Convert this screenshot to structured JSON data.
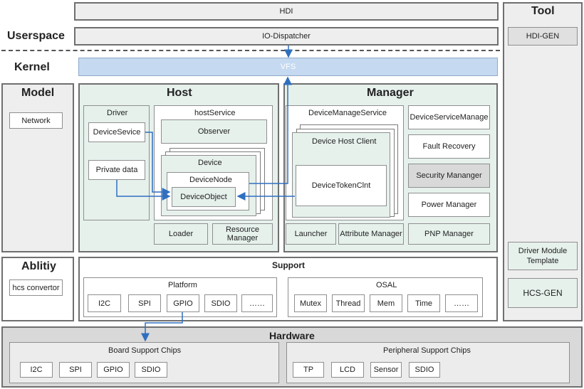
{
  "userspace": {
    "label": "Userspace",
    "hdi": "HDI",
    "io_dispatcher": "IO-Dispatcher"
  },
  "kernel": {
    "label": "Kernel",
    "vfs": "VFS"
  },
  "model": {
    "label": "Model",
    "network": "Network"
  },
  "host": {
    "label": "Host",
    "driver": {
      "label": "Driver",
      "device_service": "DeviceSevice",
      "private_data": "Private data"
    },
    "host_service": {
      "label": "hostService",
      "observer": "Observer",
      "device": "Device",
      "device_node": "DeviceNode",
      "device_object": "DeviceObject"
    },
    "loader": "Loader",
    "resource_manager": "Resource Manager"
  },
  "manager": {
    "label": "Manager",
    "device_manage_service": "DeviceManageService",
    "device_host_client": "Device Host Client",
    "device_token_clnt": "DeviceTokenClnt",
    "launcher": "Launcher",
    "attribute_manager": "Attribute Manager",
    "right_column": [
      "DeviceServiceManage",
      "Fault Recovery",
      "Security Mananger",
      "Power Manager",
      "PNP Manager"
    ]
  },
  "tool": {
    "label": "Tool",
    "hdi_gen": "HDI-GEN",
    "driver_module_template": "Driver Module Template",
    "hcs_gen": "HCS-GEN"
  },
  "ability": {
    "label": "Ablitiy",
    "hcs_convertor": "hcs convertor"
  },
  "support": {
    "label": "Support",
    "platform": {
      "label": "Platform",
      "items": [
        "I2C",
        "SPI",
        "GPIO",
        "SDIO",
        "……"
      ]
    },
    "osal": {
      "label": "OSAL",
      "items": [
        "Mutex",
        "Thread",
        "Mem",
        "Time",
        "……"
      ]
    }
  },
  "hardware": {
    "label": "Hardware",
    "board": {
      "label": "Board Support Chips",
      "items": [
        "I2C",
        "SPI",
        "GPIO",
        "SDIO"
      ]
    },
    "peripheral": {
      "label": "Peripheral Support Chips",
      "items": [
        "TP",
        "LCD",
        "Sensor",
        "SDIO"
      ]
    }
  },
  "colors": {
    "green_fill": "#e6f1ec",
    "vfs_fill": "#c5d9f0",
    "arrow_blue": "#2f6fc0",
    "grey_fill": "#eeeeee"
  }
}
